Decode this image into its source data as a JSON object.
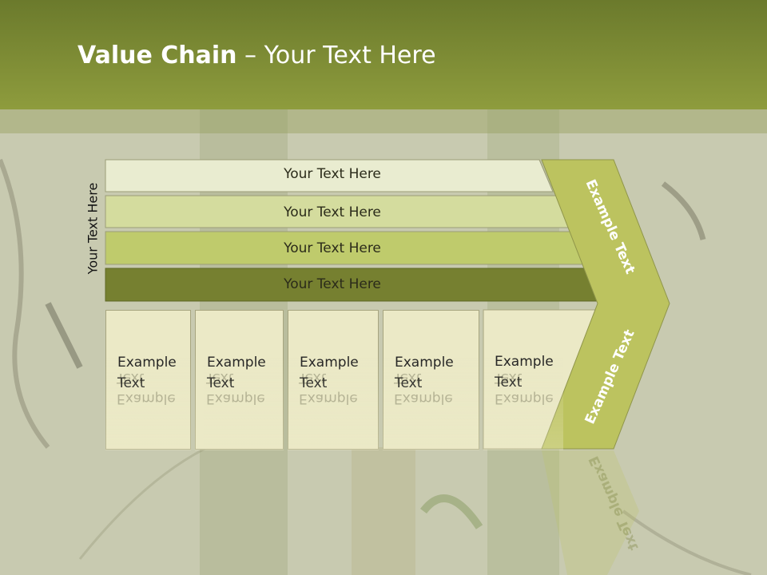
{
  "slide": {
    "title_bold": "Value Chain",
    "title_rest": " – Your Text Here",
    "side_label": "Your Text Here"
  },
  "bars": [
    {
      "label": "Your Text Here",
      "color": "#e9ecd0"
    },
    {
      "label": "Your Text Here",
      "color": "#d4dc9e"
    },
    {
      "label": "Your Text Here",
      "color": "#bfcb6c"
    },
    {
      "label": "Your Text Here",
      "color": "#768030"
    }
  ],
  "boxes": [
    {
      "line1": "Example",
      "line2": "Text"
    },
    {
      "line1": "Example",
      "line2": "Text"
    },
    {
      "line1": "Example",
      "line2": "Text"
    },
    {
      "line1": "Example",
      "line2": "Text"
    },
    {
      "line1": "Example",
      "line2": "Text"
    }
  ],
  "arrow": {
    "upper_text": "Example Text",
    "lower_text": "Example Text",
    "color": "#bcc35f"
  },
  "colors": {
    "header": "#7d8c33",
    "box": "#ebe9c6"
  }
}
